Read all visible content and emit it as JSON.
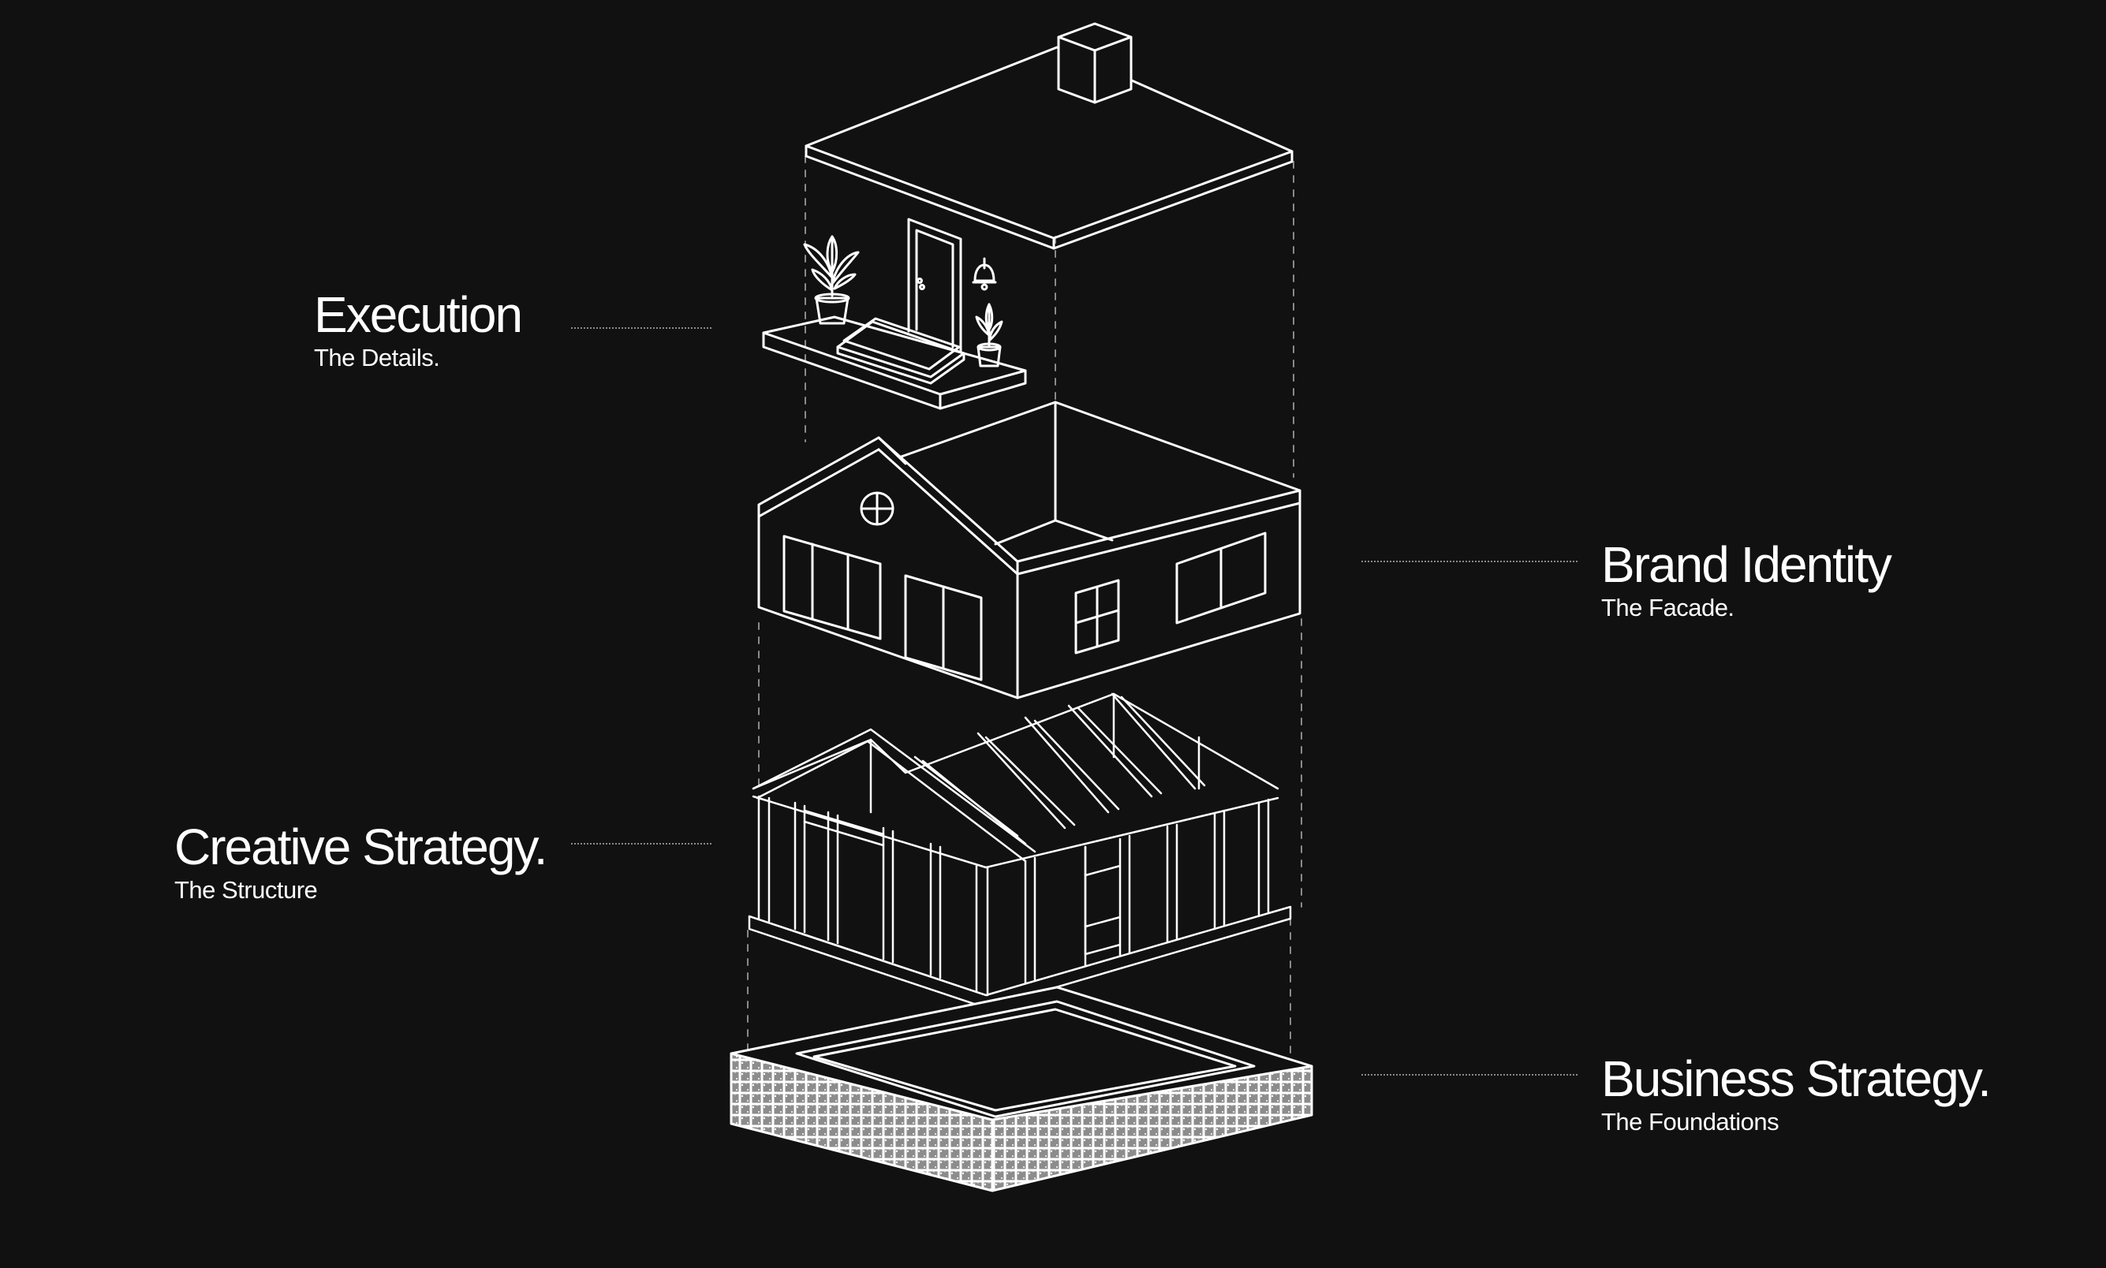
{
  "layers": [
    {
      "id": "execution",
      "title": "Execution",
      "subtitle": "The Details."
    },
    {
      "id": "brand",
      "title": "Brand Identity",
      "subtitle": "The Facade."
    },
    {
      "id": "creative",
      "title": "Creative Strategy.",
      "subtitle": "The Structure"
    },
    {
      "id": "business",
      "title": "Business Strategy.",
      "subtitle": "The Foundations"
    }
  ],
  "colors": {
    "background": "#111111",
    "line": "#ffffff",
    "guide": "#8a8a8a",
    "foundation_fill": "#8c8c8c"
  },
  "icons": [
    "roof-icon",
    "chimney-icon",
    "plant-pot-icon",
    "door-icon",
    "wall-lamp-icon",
    "walls-icon",
    "window-icon",
    "frame-icon",
    "foundation-icon"
  ]
}
